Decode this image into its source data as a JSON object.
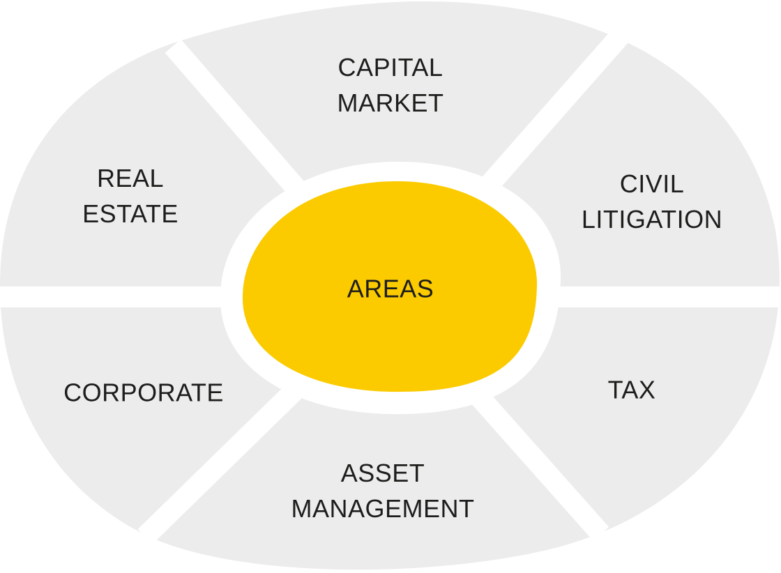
{
  "center": {
    "label": "AREAS"
  },
  "segments": {
    "capital_market": {
      "line1": "CAPITAL",
      "line2": "MARKET"
    },
    "real_estate": {
      "line1": "REAL",
      "line2": "ESTATE"
    },
    "civil_litigation": {
      "line1": "CIVIL",
      "line2": "LITIGATION"
    },
    "corporate": {
      "line1": "CORPORATE"
    },
    "tax": {
      "line1": "TAX"
    },
    "asset_management": {
      "line1": "ASSET",
      "line2": "MANAGEMENT"
    }
  },
  "colors": {
    "segment_fill": "#ececec",
    "center_fill": "#fbcb00",
    "separator": "#ffffff",
    "text": "#1d1d1b"
  }
}
